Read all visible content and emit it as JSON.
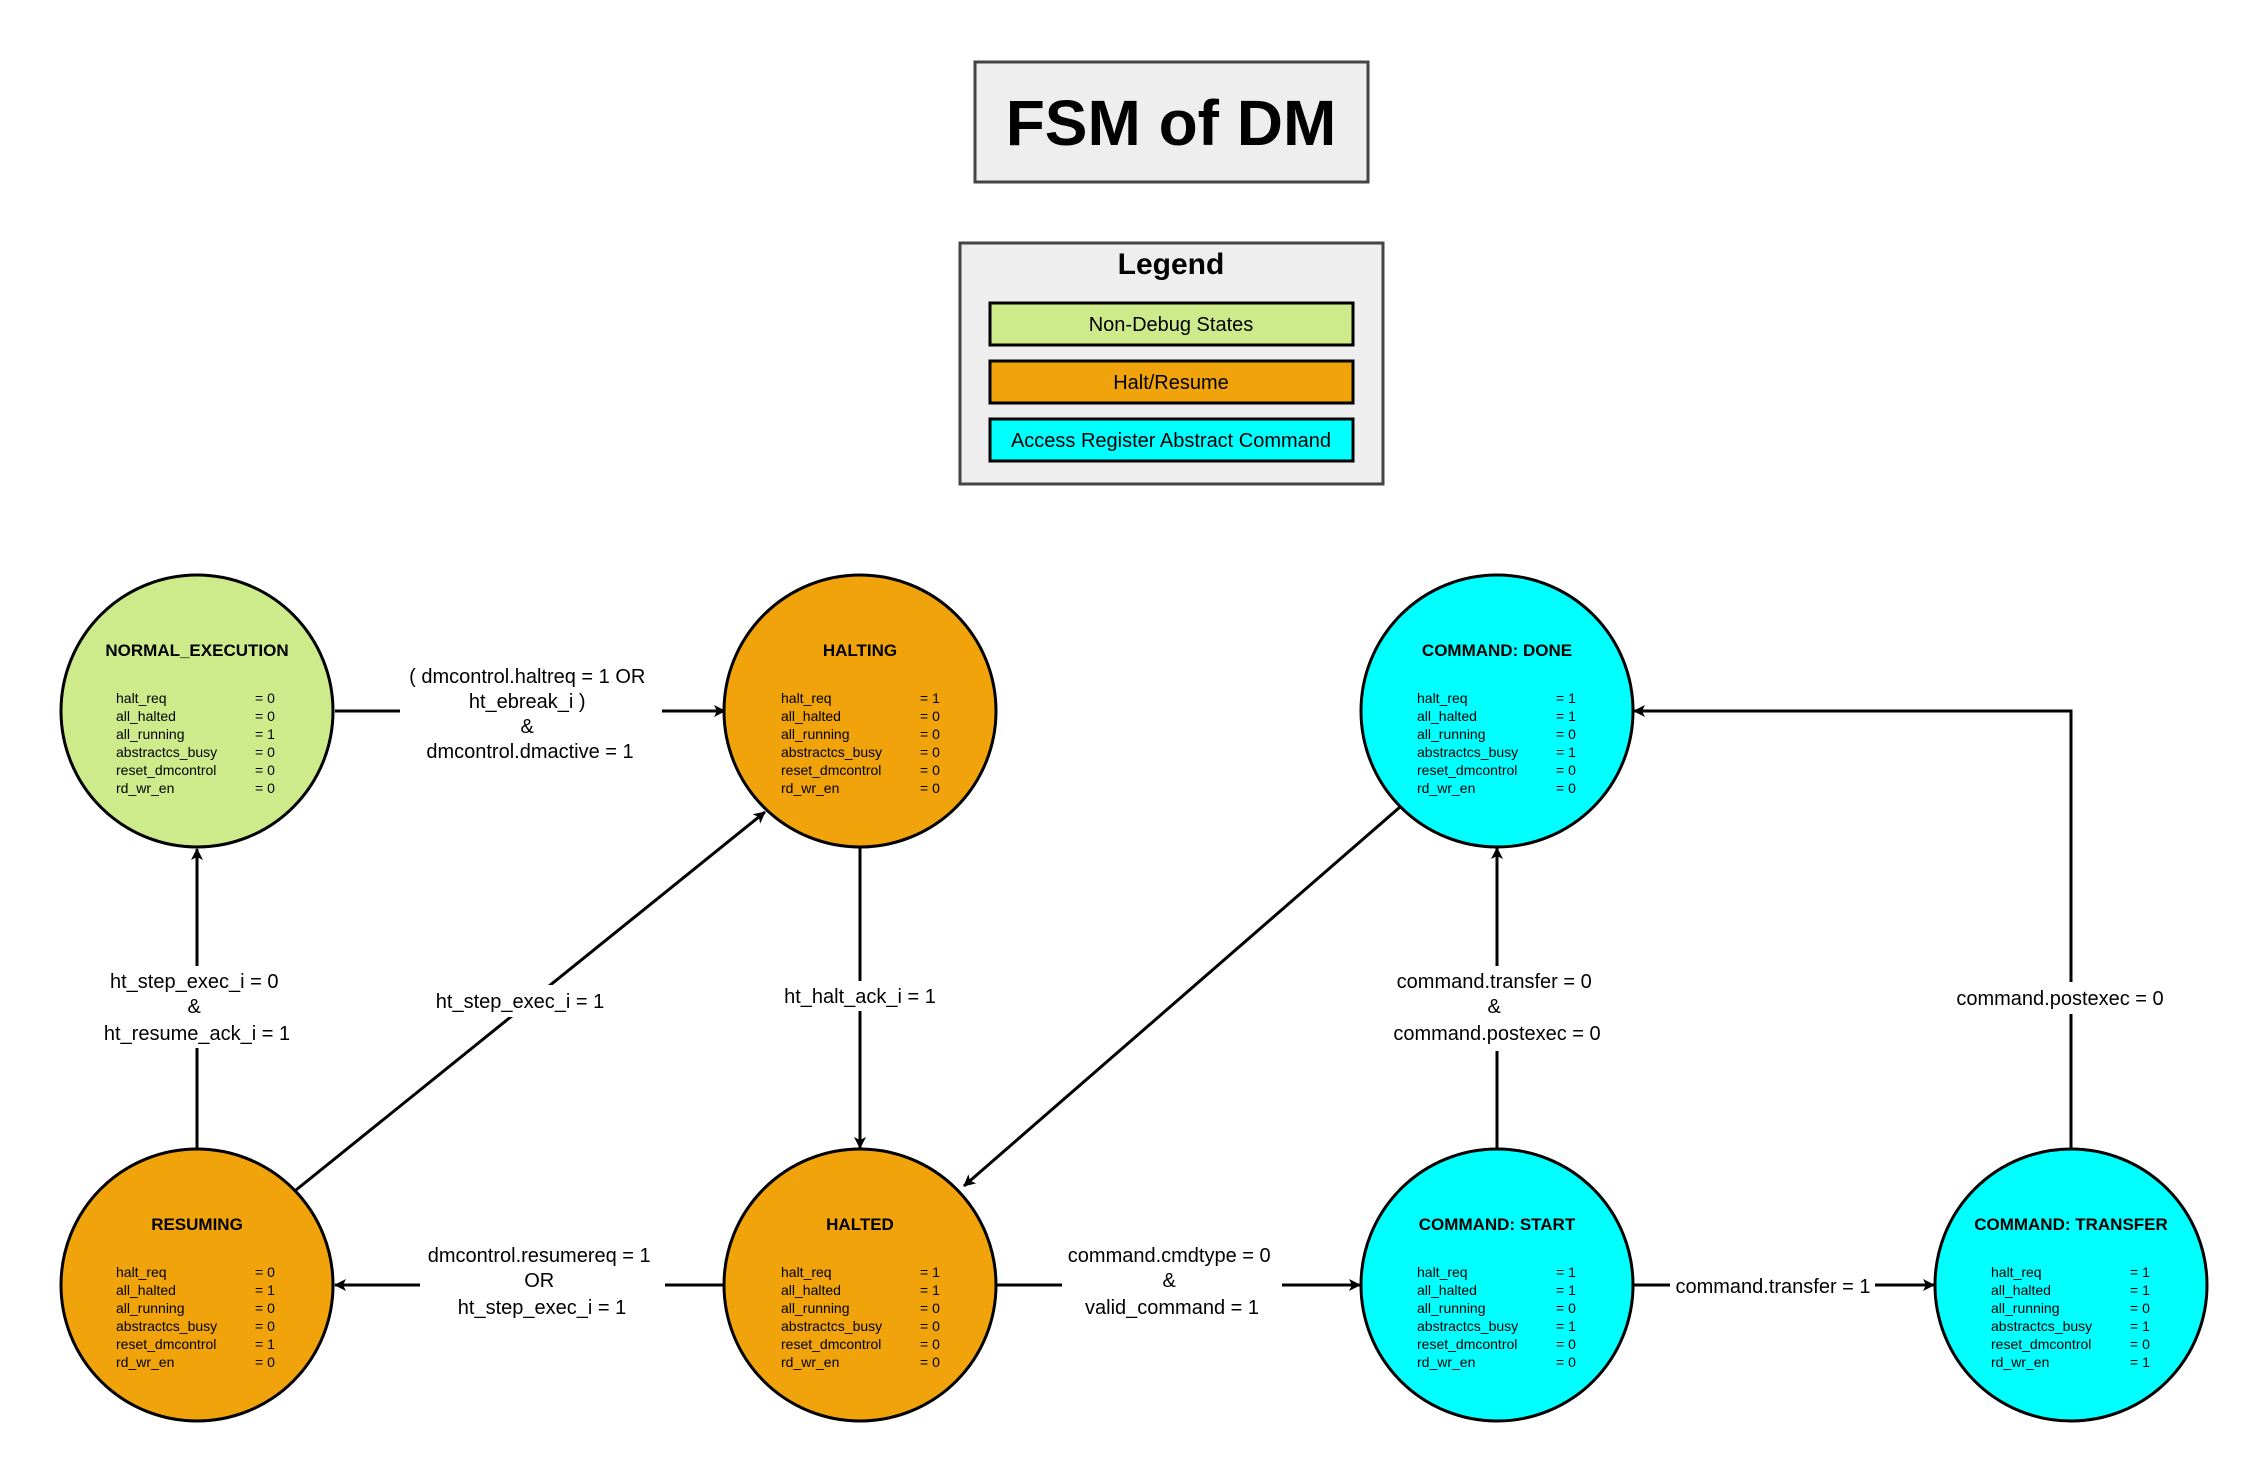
{
  "title": "FSM of DM",
  "legend": {
    "title": "Legend",
    "items": [
      {
        "label": "Non-Debug States",
        "color": "#cdeb8b"
      },
      {
        "label": "Halt/Resume",
        "color": "#f0a30a"
      },
      {
        "label": "Access Register Abstract Command",
        "color": "#00ffff"
      }
    ]
  },
  "states": [
    {
      "id": "normal_execution",
      "name": "NORMAL_EXECUTION",
      "color": "#cdeb8b",
      "signals": [
        {
          "name": "halt_req",
          "value": "= 0"
        },
        {
          "name": "all_halted",
          "value": "= 0"
        },
        {
          "name": "all_running",
          "value": "= 1"
        },
        {
          "name": "abstractcs_busy",
          "value": "= 0"
        },
        {
          "name": "reset_dmcontrol",
          "value": "= 0"
        },
        {
          "name": "rd_wr_en",
          "value": "= 0"
        }
      ]
    },
    {
      "id": "halting",
      "name": "HALTING",
      "color": "#f0a30a",
      "signals": [
        {
          "name": "halt_req",
          "value": "= 1"
        },
        {
          "name": "all_halted",
          "value": "= 0"
        },
        {
          "name": "all_running",
          "value": "= 0"
        },
        {
          "name": "abstractcs_busy",
          "value": "= 0"
        },
        {
          "name": "reset_dmcontrol",
          "value": "= 0"
        },
        {
          "name": "rd_wr_en",
          "value": "= 0"
        }
      ]
    },
    {
      "id": "command_done",
      "name": "COMMAND: DONE",
      "color": "#00ffff",
      "signals": [
        {
          "name": "halt_req",
          "value": "= 1"
        },
        {
          "name": "all_halted",
          "value": "= 1"
        },
        {
          "name": "all_running",
          "value": "= 0"
        },
        {
          "name": "abstractcs_busy",
          "value": "= 1"
        },
        {
          "name": "reset_dmcontrol",
          "value": "= 0"
        },
        {
          "name": "rd_wr_en",
          "value": "= 0"
        }
      ]
    },
    {
      "id": "resuming",
      "name": "RESUMING",
      "color": "#f0a30a",
      "signals": [
        {
          "name": "halt_req",
          "value": "= 0"
        },
        {
          "name": "all_halted",
          "value": "= 1"
        },
        {
          "name": "all_running",
          "value": "= 0"
        },
        {
          "name": "abstractcs_busy",
          "value": "= 0"
        },
        {
          "name": "reset_dmcontrol",
          "value": "= 1"
        },
        {
          "name": "rd_wr_en",
          "value": "= 0"
        }
      ]
    },
    {
      "id": "halted",
      "name": "HALTED",
      "color": "#f0a30a",
      "signals": [
        {
          "name": "halt_req",
          "value": "= 1"
        },
        {
          "name": "all_halted",
          "value": "= 1"
        },
        {
          "name": "all_running",
          "value": "= 0"
        },
        {
          "name": "abstractcs_busy",
          "value": "= 0"
        },
        {
          "name": "reset_dmcontrol",
          "value": "= 0"
        },
        {
          "name": "rd_wr_en",
          "value": "= 0"
        }
      ]
    },
    {
      "id": "command_start",
      "name": "COMMAND: START",
      "color": "#00ffff",
      "signals": [
        {
          "name": "halt_req",
          "value": "= 1"
        },
        {
          "name": "all_halted",
          "value": "= 1"
        },
        {
          "name": "all_running",
          "value": "= 0"
        },
        {
          "name": "abstractcs_busy",
          "value": "= 1"
        },
        {
          "name": "reset_dmcontrol",
          "value": "= 0"
        },
        {
          "name": "rd_wr_en",
          "value": "= 0"
        }
      ]
    },
    {
      "id": "command_transfer",
      "name": "COMMAND: TRANSFER",
      "color": "#00ffff",
      "signals": [
        {
          "name": "halt_req",
          "value": "= 1"
        },
        {
          "name": "all_halted",
          "value": "= 1"
        },
        {
          "name": "all_running",
          "value": "= 0"
        },
        {
          "name": "abstractcs_busy",
          "value": "= 1"
        },
        {
          "name": "reset_dmcontrol",
          "value": "= 0"
        },
        {
          "name": "rd_wr_en",
          "value": "= 1"
        }
      ]
    }
  ],
  "transitions": [
    {
      "id": "normal_to_halting",
      "from": "normal_execution",
      "to": "halting",
      "label_lines": [
        "(   dmcontrol.haltreq = 1 OR",
        "ht_ebreak_i    )",
        "&",
        "dmcontrol.dmactive = 1"
      ]
    },
    {
      "id": "halting_to_halted",
      "from": "halting",
      "to": "halted",
      "label_lines": [
        "ht_halt_ack_i = 1"
      ]
    },
    {
      "id": "resuming_to_normal",
      "from": "resuming",
      "to": "normal_execution",
      "label_lines": [
        "ht_step_exec_i = 0",
        "&",
        "ht_resume_ack_i = 1"
      ]
    },
    {
      "id": "resuming_to_halting",
      "from": "resuming",
      "to": "halting",
      "label_lines": [
        "ht_step_exec_i = 1"
      ]
    },
    {
      "id": "halted_to_resuming",
      "from": "halted",
      "to": "resuming",
      "label_lines": [
        "dmcontrol.resumereq = 1",
        "OR",
        "ht_step_exec_i = 1"
      ]
    },
    {
      "id": "halted_to_start",
      "from": "halted",
      "to": "command_start",
      "label_lines": [
        "command.cmdtype = 0",
        "&",
        "valid_command = 1"
      ]
    },
    {
      "id": "done_to_halted",
      "from": "command_done",
      "to": "halted",
      "label_lines": []
    },
    {
      "id": "start_to_done",
      "from": "command_start",
      "to": "command_done",
      "label_lines": [
        "command.transfer = 0",
        "&",
        "command.postexec = 0"
      ]
    },
    {
      "id": "start_to_transfer",
      "from": "command_start",
      "to": "command_transfer",
      "label_lines": [
        "command.transfer = 1"
      ]
    },
    {
      "id": "transfer_to_done",
      "from": "command_transfer",
      "to": "command_done",
      "label_lines": [
        "command.postexec = 0"
      ]
    }
  ]
}
